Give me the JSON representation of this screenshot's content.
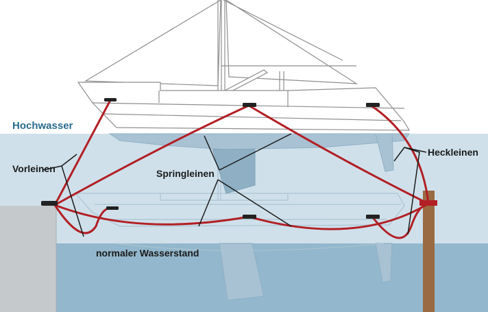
{
  "labels": {
    "hochwasser": "Hochwasser",
    "vorleinen": "Vorleinen",
    "springleinen": "Springleinen",
    "heckleinen": "Heckleinen",
    "normaler_wasserstand": "normaler Wasserstand"
  },
  "colors": {
    "line": "#b21f24",
    "high_water": "#cfe0ea",
    "normal_water": "#93b7cc",
    "quay": "#c5c9cc",
    "post": "#9a6b43",
    "hull_outline": "#8e8e8e",
    "label_blue": "#2a6c8f"
  }
}
